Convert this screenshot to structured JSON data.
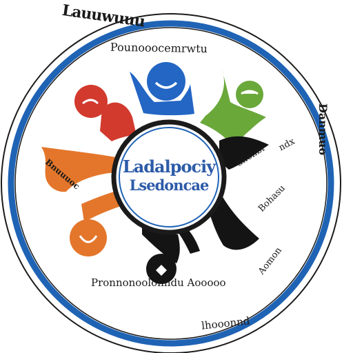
{
  "emblem": {
    "top_text": "Lauuwuuu",
    "inner_top_text": "Pounooocemrwtu",
    "center_title": "Ladalpociy",
    "center_subtitle": "Lsedoncae",
    "bottom_text": "Pronnonoolonndu Aooooo",
    "footer_text": "lhooonnd",
    "right_text_1": "ndx",
    "right_text_2": "dhonbr",
    "right_text_3": "Bohasu",
    "right_text_4": "Aomon",
    "left_text": "Bnuuuoc",
    "edge_text": "Danmuo",
    "colors": {
      "ring": "#1f63b5",
      "center_text": "#2d5ba8",
      "red": "#d23a2d",
      "blue": "#2366c4",
      "green": "#6aa83a",
      "orange": "#e4762b",
      "black": "#141414"
    },
    "figures": [
      "red-figure",
      "blue-figure",
      "green-figure",
      "orange-figure",
      "black-figure"
    ]
  }
}
